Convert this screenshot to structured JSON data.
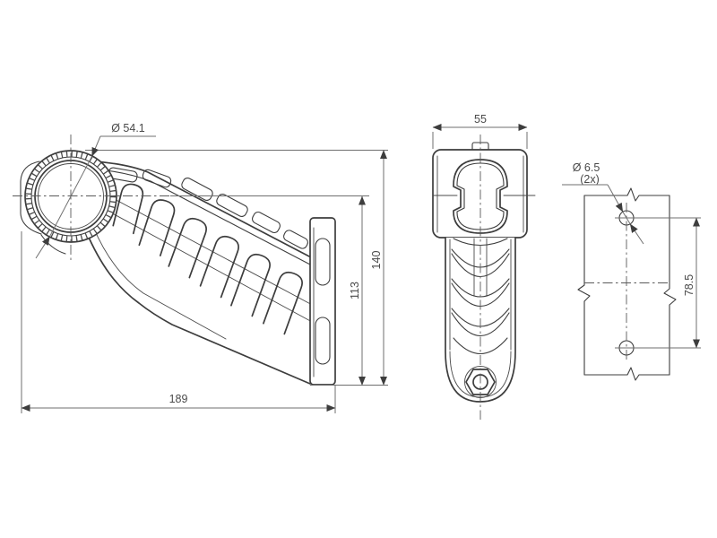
{
  "colors": {
    "background": "#ffffff",
    "object_line": "#3d3d3d",
    "dimension_line": "#6f6f6f",
    "label_text": "#4a4a4a"
  },
  "labels": {
    "side_view": {
      "diameter": "Ø 54.1",
      "length": "189",
      "height_to_center": "113",
      "overall_height": "140"
    },
    "front_view": {
      "width": "55"
    },
    "mounting_view": {
      "hole_diameter": "Ø 6.5",
      "hole_count": "(2x)",
      "hole_spacing": "78.5"
    }
  }
}
